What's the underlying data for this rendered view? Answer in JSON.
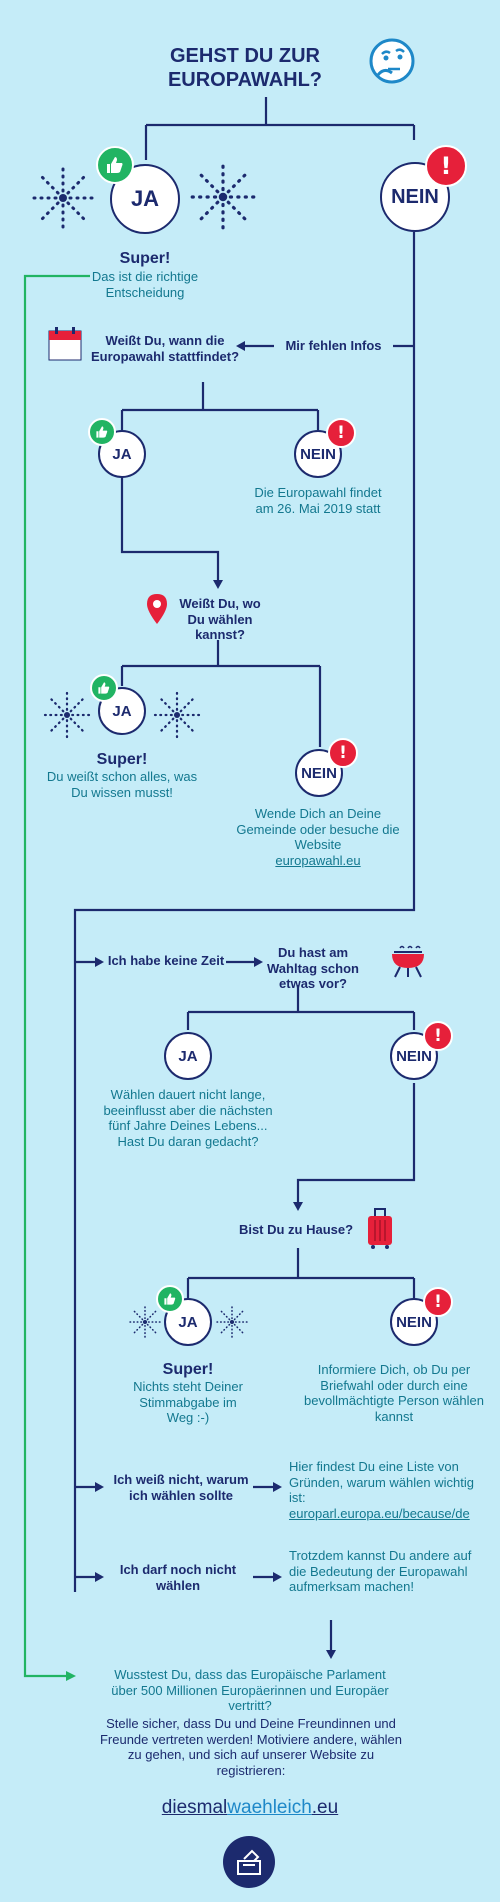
{
  "title": "GEHST DU ZUR EUROPAWAHL?",
  "step1": {
    "ja": "JA",
    "nein": "NEIN",
    "super": "Super!",
    "super_text": "Das ist die richtige Entscheidung",
    "fehlen": "Mir fehlen Infos"
  },
  "step2": {
    "question": "Weißt Du, wann die Europawahl stattfindet?",
    "ja": "JA",
    "nein": "NEIN",
    "nein_text": "Die Europawahl findet am 26. Mai 2019 statt"
  },
  "step3": {
    "question": "Weißt Du, wo Du wählen kannst?",
    "ja": "JA",
    "nein": "NEIN",
    "super": "Super!",
    "super_text": "Du weißt schon alles, was Du wissen musst!",
    "nein_text": "Wende Dich an Deine Gemeinde oder besuche die Website",
    "nein_link": "europawahl.eu"
  },
  "step4": {
    "keine_zeit": "Ich habe keine Zeit",
    "question": "Du hast am Wahltag schon etwas vor?",
    "ja": "JA",
    "nein": "NEIN",
    "ja_text": "Wählen dauert nicht lange, beeinflusst aber die nächsten fünf Jahre Deines Lebens... Hast Du daran gedacht?"
  },
  "step5": {
    "question": "Bist Du zu Hause?",
    "ja": "JA",
    "nein": "NEIN",
    "super": "Super!",
    "super_text": "Nichts steht Deiner Stimmabgabe im Weg :-)",
    "nein_text": "Informiere Dich, ob Du per Briefwahl oder durch eine bevollmächtigte Person wählen kannst"
  },
  "step6": {
    "warum": "Ich weiß nicht, warum ich wählen sollte",
    "warum_text": "Hier findest Du eine Liste von Gründen, warum wählen wichtig ist:",
    "warum_link": "europarl.europa.eu/because/de",
    "darf": "Ich darf noch nicht wählen",
    "darf_text": "Trotzdem kannst Du andere auf die Bedeutung der Europawahl aufmerksam machen!"
  },
  "footer": {
    "fact": "Wusstest Du, dass das Europäische Parlament über 500 Millionen Europäerinnen und Europäer vertritt?",
    "call": "Stelle sicher, dass Du und Deine Freundinnen und Freunde vertreten werden! Motiviere andere, wählen zu gehen, und sich auf unserer Website zu registrieren:",
    "brand_part1": "diesmal",
    "brand_part2": "waehleich",
    "brand_part3": ".eu"
  },
  "colors": {
    "background": "#c5ecf8",
    "navy": "#1c2a6e",
    "teal": "#13788f",
    "red": "#e6203a",
    "green": "#21b463",
    "link_blue": "#1e88c8"
  },
  "icons": [
    "thinking-face-icon",
    "thumbs-up-icon",
    "exclamation-icon",
    "calendar-icon",
    "location-pin-icon",
    "bbq-grill-icon",
    "suitcase-icon",
    "ballot-box-icon",
    "firework-icon"
  ]
}
